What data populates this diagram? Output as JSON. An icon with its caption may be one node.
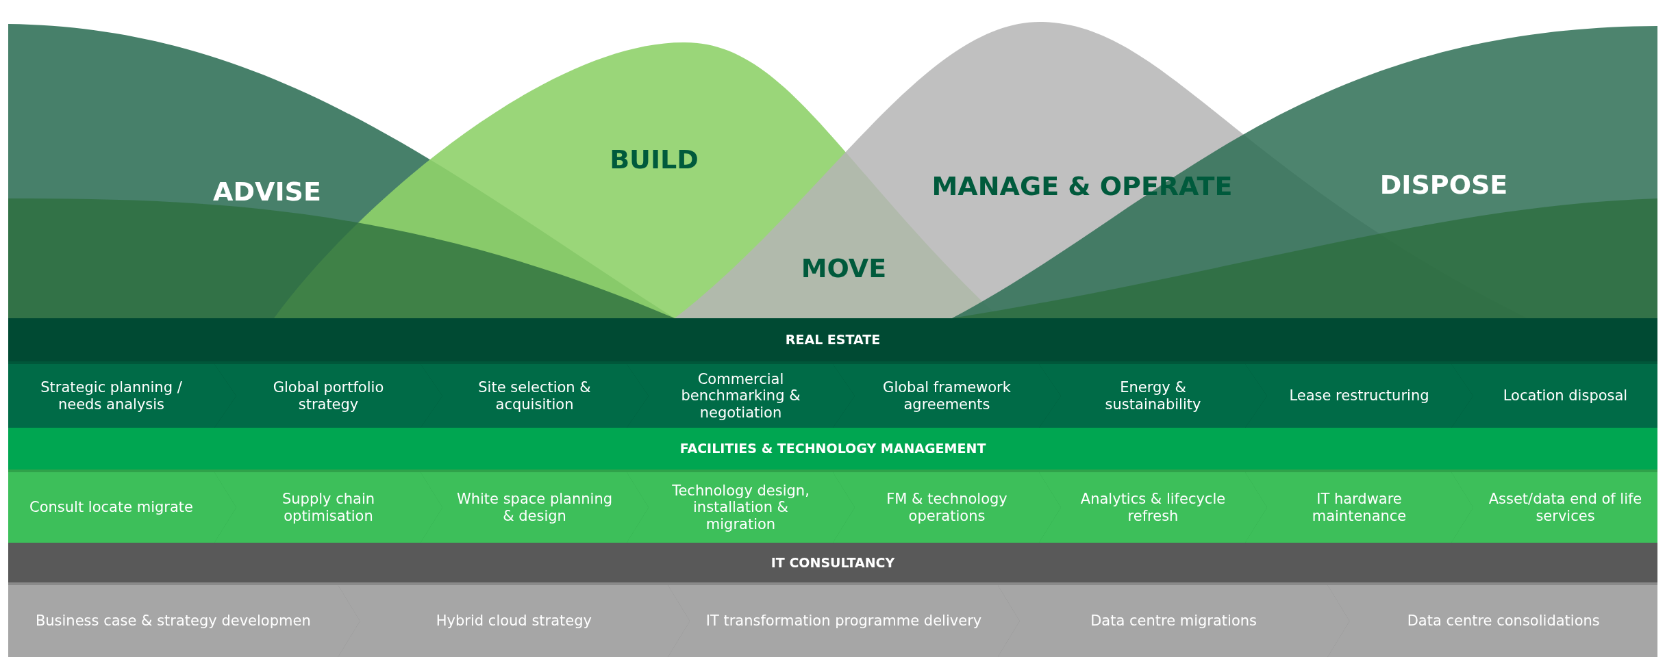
{
  "diagram": {
    "nodes": [
      {
        "text": [
          "REAL ESTATE"
        ]
      },
      {
        "text": [
          "Strategic planning / needs analysis"
        ],
        "in": 0
      },
      {
        "text": [
          "Global portfolio strategy"
        ],
        "in": 0
      },
      {
        "text": [
          "Site selection & acquisition"
        ],
        "in": 0
      },
      {
        "text": [
          "Commercial benchmarking & negotiation"
        ],
        "in": 0
      },
      {
        "text": [
          "Global framework agreements"
        ],
        "in": 0
      },
      {
        "text": [
          "Energy & sustainability"
        ],
        "in": 0
      },
      {
        "text": [
          "Lease restructuring"
        ],
        "in": 0
      },
      {
        "text": [
          "Location disposal"
        ],
        "in": 0
      },
      {
        "text": [
          "FACILITIES & TECHNOLOGY MANAGEMENT"
        ]
      },
      {
        "text": [
          "Consult locate migrate"
        ],
        "in": 9
      },
      {
        "text": [
          "Supply chain optimisation"
        ],
        "in": 9
      },
      {
        "text": [
          "White space planning & design"
        ],
        "in": 9
      },
      {
        "text": [
          "Technology design, installation & migration"
        ],
        "in": 9
      },
      {
        "text": [
          "FM & technology operations"
        ],
        "in": 9
      },
      {
        "text": [
          "Analytics & lifecycle refresh"
        ],
        "in": 9
      },
      {
        "text": [
          "IT hardware maintenance"
        ],
        "in": 9
      },
      {
        "text": [
          "Asset/data end of life services"
        ],
        "in": 9
      },
      {
        "text": [
          "IT CONSULTANCY"
        ]
      },
      {
        "text": [
          "Business case & strategy developmen"
        ],
        "in": 18
      },
      {
        "text": [
          "Hybrid cloud strategy"
        ],
        "in": 18
      },
      {
        "text": [
          "IT transformation programme delivery"
        ],
        "in": 18
      },
      {
        "text": [
          "Data centre migrations"
        ],
        "in": 18
      },
      {
        "text": [
          "Data centre consolidations"
        ],
        "in": 18
      }
    ],
    "labels": [
      "ADVISE",
      "BUILD",
      "MOVE",
      "MANAGE & OPERATE",
      "DISPOSE"
    ]
  }
}
